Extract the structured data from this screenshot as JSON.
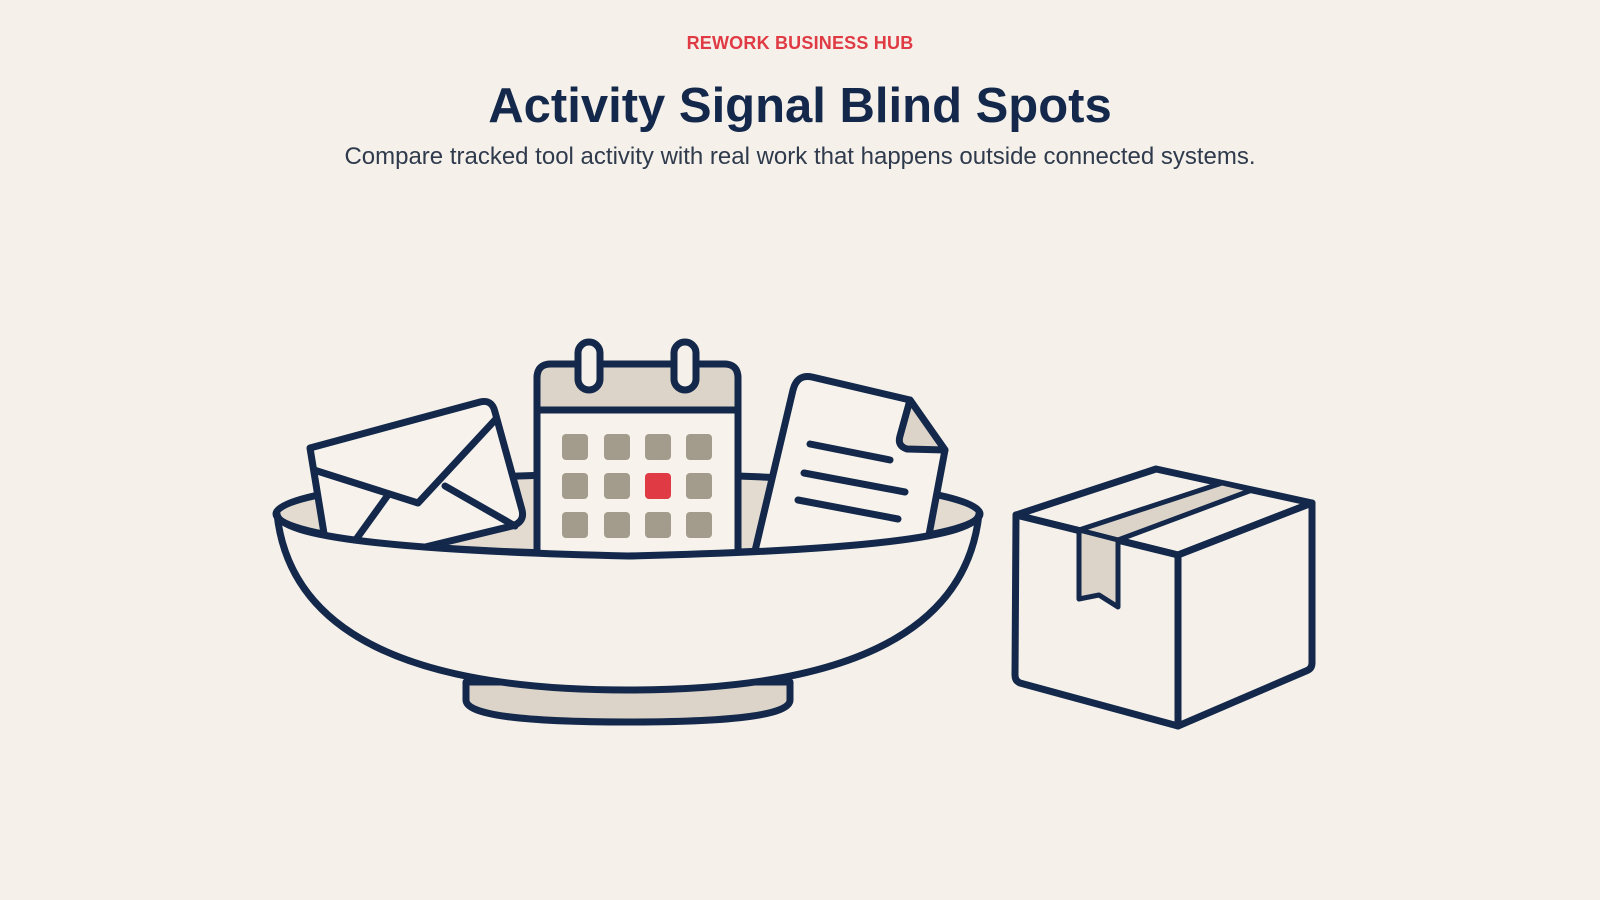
{
  "header": {
    "eyebrow": "REWORK BUSINESS HUB",
    "title": "Activity Signal Blind Spots",
    "subtitle": "Compare tracked tool activity with real work that happens outside connected systems."
  },
  "illustration": {
    "items": [
      "envelope-icon",
      "calendar-icon",
      "document-icon",
      "bowl-icon",
      "package-icon"
    ],
    "colors": {
      "background": "#f5f1ea",
      "outline": "#13284a",
      "fill_light": "#dcd4c8",
      "fill_mid": "#a39c8c",
      "accent": "#e03a44"
    }
  }
}
